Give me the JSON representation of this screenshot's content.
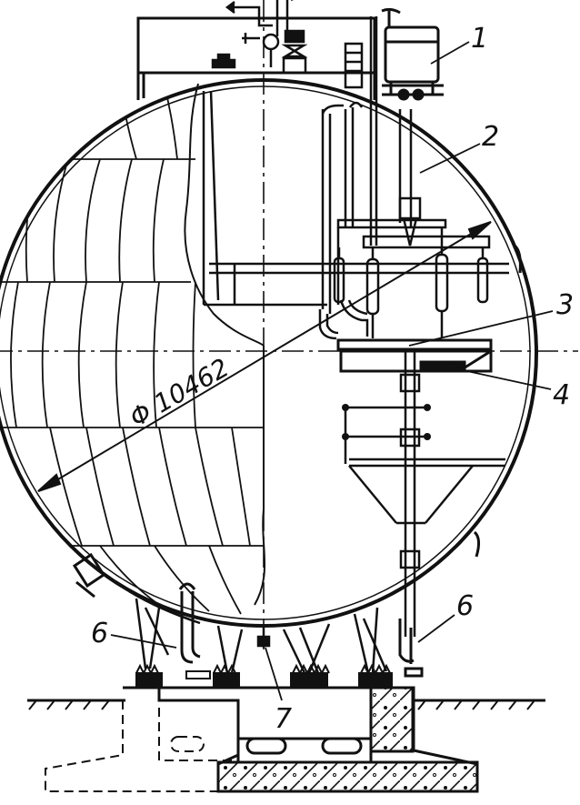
{
  "callouts": [
    {
      "id": "1",
      "text": "1"
    },
    {
      "id": "2",
      "text": "2"
    },
    {
      "id": "3",
      "text": "3"
    },
    {
      "id": "4",
      "text": "4"
    },
    {
      "id": "6a",
      "text": "6"
    },
    {
      "id": "6b",
      "text": "6"
    },
    {
      "id": "7",
      "text": "7"
    }
  ],
  "dimension": {
    "text": "Φ 10462"
  },
  "colors": {
    "ink": "#111111",
    "paper": "#ffffff"
  }
}
